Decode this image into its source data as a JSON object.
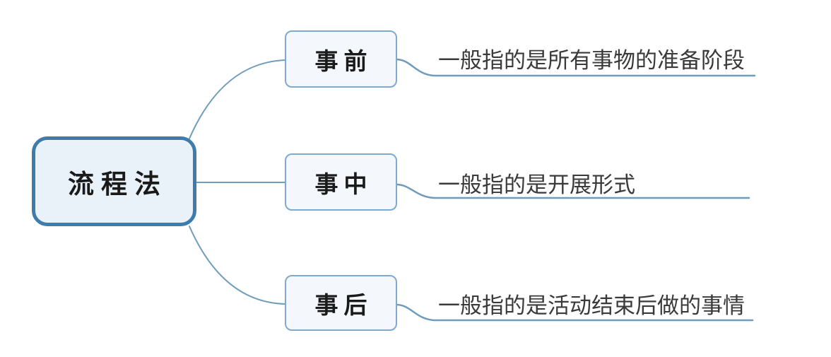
{
  "diagram": {
    "type": "mindmap",
    "root": {
      "label": "流程法"
    },
    "branches": [
      {
        "label": "事前",
        "note": "一般指的是所有事物的准备阶段"
      },
      {
        "label": "事中",
        "note": "一般指的是开展形式"
      },
      {
        "label": "事后",
        "note": "一般指的是活动结束后做的事情"
      }
    ],
    "colors": {
      "background": "#ffffff",
      "root_border": "#3d7cab",
      "root_fill": "#e9f1f9",
      "root_text": "#1a1a1a",
      "branch_border": "#7fa9cf",
      "branch_fill": "#f4f8fc",
      "branch_text": "#1a1a1a",
      "connector": "#6f9cba",
      "underline": "#6f9cba",
      "note_text": "#3a3a3a"
    }
  }
}
